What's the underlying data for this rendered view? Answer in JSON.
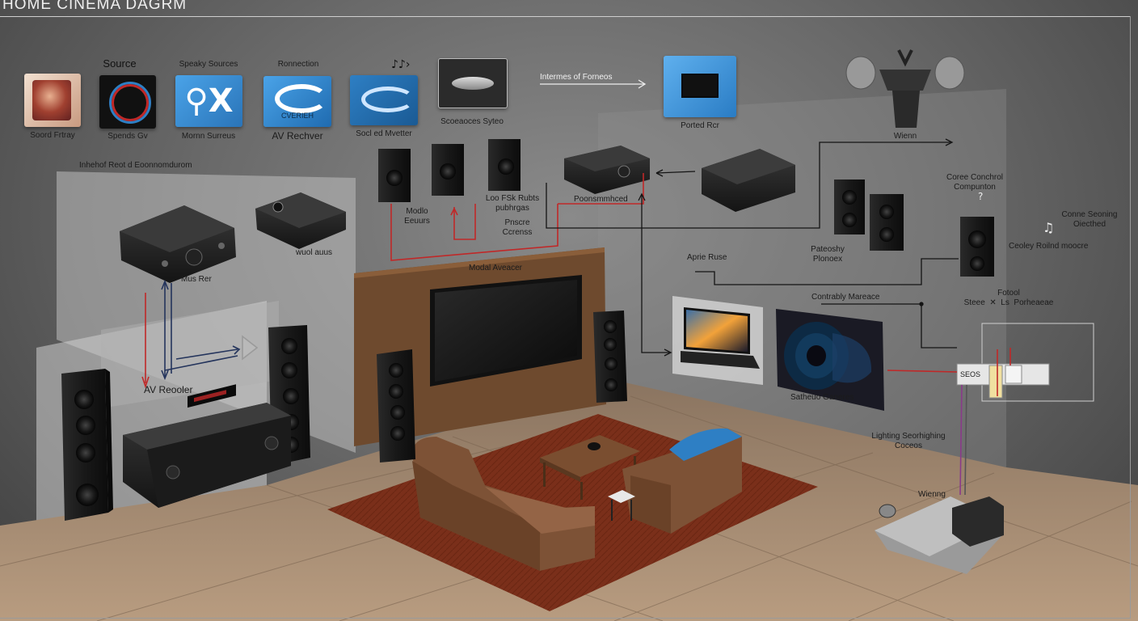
{
  "title": "HOME CINEMA DAGRM",
  "sources": {
    "header_source": "Source",
    "header_speaker_sources": "Speaky Sources",
    "header_projection": "Ronnection",
    "items": [
      {
        "label": "Soord Frtray"
      },
      {
        "label": "Spends  Gv"
      },
      {
        "label": "Mornn Surreus"
      },
      {
        "label": "AV Rechver"
      },
      {
        "label": "Socl ed Mvetter"
      },
      {
        "label": "Scoeaoces Syteo"
      }
    ],
    "bluray_tile_text": "CVERIEH",
    "internet_label": "Intermes of Forneos",
    "projector_tile_label": "Ported Rcr",
    "wiring_top_label": "Wienn"
  },
  "left_panel": {
    "title": "Inhehof Reot d Eoonnomdurom",
    "amp_label": "Mus Rer",
    "receiver_label": "wuol auus",
    "av_receiver_label": "AV Reooler"
  },
  "center": {
    "modes_label": "Modlo Eeuurs",
    "lofsk_label": "Loo FSk Rubts\npubhrgas",
    "pnscre_label": "Pnscre\nCcrenss",
    "processor_label": "Poonsmmhced",
    "wall_label": "Modal Aveacer",
    "apnie_label": "Aprie Ruse",
    "pateosy_label": "Pateoshy\nPlonoex"
  },
  "right": {
    "room_control_label": "Coree Conchrol\nCompunton",
    "ceiling_label": "Ceoley Roilnd moocre",
    "conneoe_label": "Conne Seoning\nOiecthed",
    "fotool_label": "Fotool\nSteee  ✕  Ls  Porheaeae",
    "contrably_label": "Contrably Mareace",
    "satheuo_label": "Satheuo Ganeres",
    "lighting_label": "Lighting Seorhighing\nCoceos",
    "wiring_bottom_label": "Wienng",
    "control_box_text": "SEOS"
  },
  "colors": {
    "signal_red": "#c02828",
    "signal_blue": "#24345c",
    "line_black": "#141414",
    "accent_blue": "#2e7fc4",
    "wall_brown": "#6e4a2e",
    "rug": "#7a2f1a",
    "sofa": "#7d5236"
  }
}
